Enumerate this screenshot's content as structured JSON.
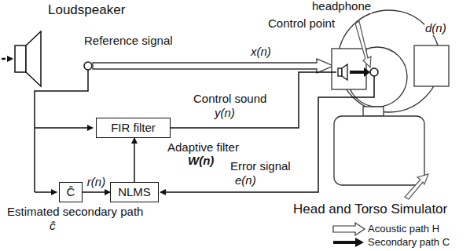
{
  "diagram": {
    "nodes": [
      {
        "text": [
          "FIR filter"
        ]
      },
      {
        "text": [
          "Ĉ"
        ]
      },
      {
        "text": [
          "NLMS"
        ]
      }
    ],
    "edges": [
      {
        "from": 1,
        "to": 2,
        "arrow": "to",
        "label": "r(n)"
      },
      {
        "from": 2,
        "to": 0,
        "arrow": "to"
      }
    ],
    "labels": [
      "Loudspeaker",
      "Reference signal",
      "x(n)",
      "headphone",
      "Control point",
      "d(n)",
      "Control sound",
      "y(n)",
      "Adaptive filter",
      "W(n)",
      "Error signal",
      "e(n)",
      "Estimated secondary path",
      "ĉ",
      "Head and Torso Simulator"
    ],
    "legend": [
      {
        "text": "Acoustic path H"
      },
      {
        "text": "Secondary path C"
      }
    ]
  }
}
